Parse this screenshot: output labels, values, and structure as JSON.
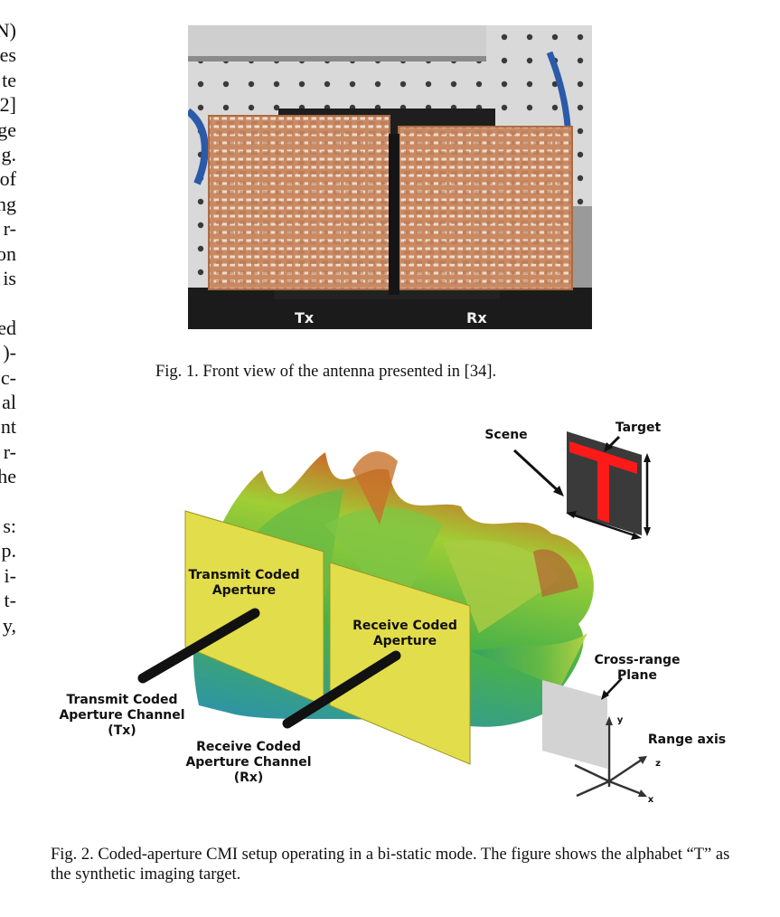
{
  "left_column": {
    "fragments": [
      "N)",
      "es",
      "te",
      "2]",
      "ge",
      "g.",
      "of",
      "ng",
      "r-",
      "on",
      "is",
      "",
      "ed",
      ")-",
      "c-",
      "al",
      "nt",
      "r-",
      "he",
      "",
      "s:",
      "p.",
      "i-",
      "t-",
      "y,"
    ]
  },
  "figure1": {
    "labels": {
      "tx": "Tx",
      "rx": "Rx"
    },
    "caption": "Fig. 1.  Front view of the antenna presented in [34]."
  },
  "figure2": {
    "labels": {
      "scene": "Scene",
      "target": "Target",
      "transmit_aperture": "Transmit Coded\nAperture",
      "receive_aperture": "Receive Coded\nAperture",
      "transmit_channel": "Transmit Coded\nAperture Channel\n(Tx)",
      "receive_channel": "Receive Coded\nAperture Channel\n(Rx)",
      "cross_range": "Cross-range\nPlane",
      "range_axis": "Range axis",
      "axis_y": "y",
      "axis_z": "z",
      "axis_x": "x"
    },
    "caption": "Fig. 2.  Coded-aperture CMI setup operating in a bi-static mode. The figure shows the alphabet “T” as the synthetic imaging target."
  },
  "colors": {
    "copper": "#c98a63",
    "aperture_yellow": "#e2dd4a",
    "target_red": "#ff1a1a",
    "scene_dark": "#3a3a3a",
    "cross_range_gray": "#d3d3d3"
  }
}
